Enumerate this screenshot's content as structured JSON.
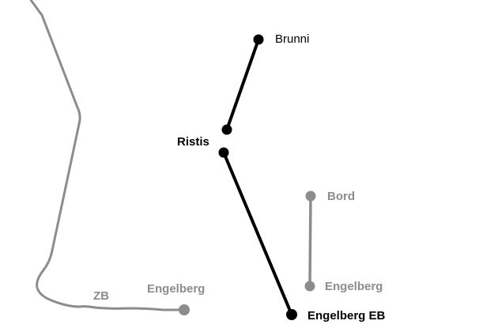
{
  "map": {
    "stations": {
      "brunni": {
        "label": "Brunni"
      },
      "ristis": {
        "label": "Ristis"
      },
      "bord": {
        "label": "Bord"
      },
      "engelberg_bord": {
        "label": "Engelberg"
      },
      "engelberg_eb": {
        "label": "Engelberg EB"
      },
      "engelberg_zb": {
        "label": "Engelberg"
      }
    },
    "railway": {
      "label": "ZB"
    },
    "colors": {
      "active": "#000000",
      "inactive": "#8c8c8c",
      "background": "#ffffff"
    }
  }
}
